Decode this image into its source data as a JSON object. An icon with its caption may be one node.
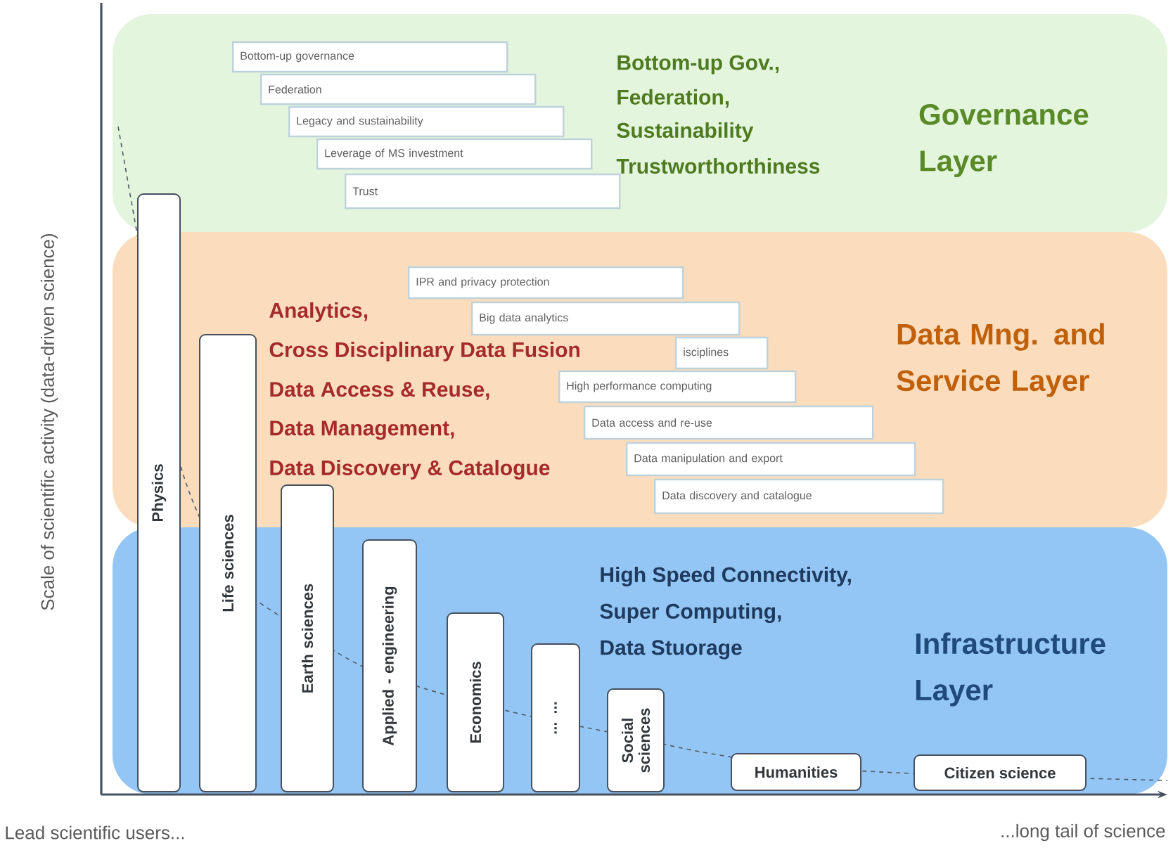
{
  "diagram": {
    "nodes": [
      {
        "text": [
          "Bottom-up Gov.,",
          "Federation,",
          "Sustainability",
          "Trustworthorthiness",
          "Governance Layer"
        ]
      },
      {
        "text": [
          "Analytics,",
          "Cross Disciplinary Data Fusion",
          "Data Access & Reuse,",
          "Data Management,",
          "Data Discovery & Catalogue",
          "Data Mng. and Service Layer"
        ]
      },
      {
        "text": [
          "High Speed Connectivity,",
          "Super Computing,",
          "Data Stuorage",
          "Infrastructure Layer"
        ]
      },
      {
        "text": [
          "Bottom-up governance"
        ],
        "in": 0
      },
      {
        "text": [
          "Federation"
        ],
        "in": 0
      },
      {
        "text": [
          "Legacy and sustainability"
        ],
        "in": 0
      },
      {
        "text": [
          "Leverage of MS investment"
        ],
        "in": 0
      },
      {
        "text": [
          "Trust"
        ],
        "in": 0
      },
      {
        "text": [
          "IPR and privacy protection"
        ],
        "in": 1
      },
      {
        "text": [
          "Big data analytics"
        ],
        "in": 1
      },
      {
        "text": [
          "isciplines"
        ],
        "in": 1
      },
      {
        "text": [
          "High performance computing"
        ],
        "in": 1
      },
      {
        "text": [
          "Data access and re-use"
        ],
        "in": 1
      },
      {
        "text": [
          "Data manipulation and export"
        ],
        "in": 1
      },
      {
        "text": [
          "Data discovery and catalogue"
        ],
        "in": 1
      },
      {
        "text": [
          "Physics"
        ]
      },
      {
        "text": [
          "Life sciences"
        ]
      },
      {
        "text": [
          "Earth sciences"
        ]
      },
      {
        "text": [
          "Applied - engineering"
        ],
        "in": 2
      },
      {
        "text": [
          "Economics"
        ],
        "in": 2
      },
      {
        "text": [
          "... ..."
        ],
        "in": 2
      },
      {
        "text": [
          "Social sciences"
        ],
        "in": 2
      },
      {
        "text": [
          "Humanities"
        ],
        "in": 2
      },
      {
        "text": [
          "Citizen science"
        ],
        "in": 2
      }
    ],
    "labels": [
      "Scale of scientific activity  (data-driven science)",
      "Lead scientific users...",
      "...long tail of science"
    ]
  }
}
